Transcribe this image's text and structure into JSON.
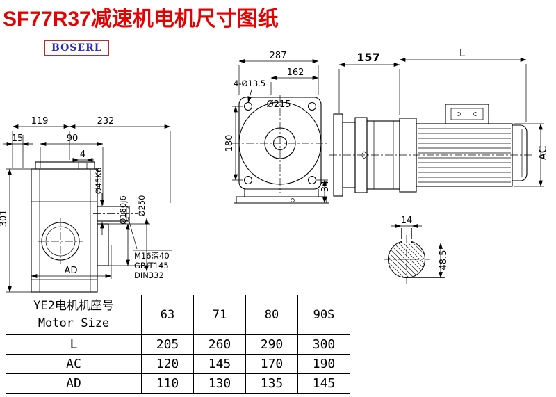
{
  "header": {
    "title": "SF77R37减速机电机尺寸图纸",
    "logo": "BOSERL"
  },
  "drawing": {
    "front_view": {
      "dim_287": "287",
      "dim_162": "162",
      "dim_holes": "4-Ø13.5",
      "dim_215": "Ø215",
      "dim_180": "180",
      "dim_34": "34"
    },
    "side_view": {
      "dim_157": "157",
      "dim_L": "L",
      "dim_AC": "AC"
    },
    "shaft_section": {
      "dim_14": "14",
      "dim_485": "48.5"
    },
    "left_view": {
      "dim_119": "119",
      "dim_232": "232",
      "dim_15": "15",
      "dim_90": "90",
      "dim_4": "4",
      "dim_301": "301",
      "dim_AD": "AD",
      "dim_45": "Ø45K6",
      "dim_180j6": "Ø180j6",
      "dim_250": "Ø250",
      "note_m16": "M16深40",
      "note_gb": "GB/T145",
      "note_din": "DIN332"
    }
  },
  "table": {
    "header_cn": "YE2电机机座号",
    "header_en": "Motor Size",
    "motor_sizes": [
      "63",
      "71",
      "80",
      "90S"
    ],
    "rows": [
      {
        "label": "L",
        "values": [
          "205",
          "260",
          "290",
          "300"
        ]
      },
      {
        "label": "AC",
        "values": [
          "120",
          "145",
          "170",
          "190"
        ]
      },
      {
        "label": "AD",
        "values": [
          "110",
          "130",
          "135",
          "145"
        ]
      }
    ]
  }
}
